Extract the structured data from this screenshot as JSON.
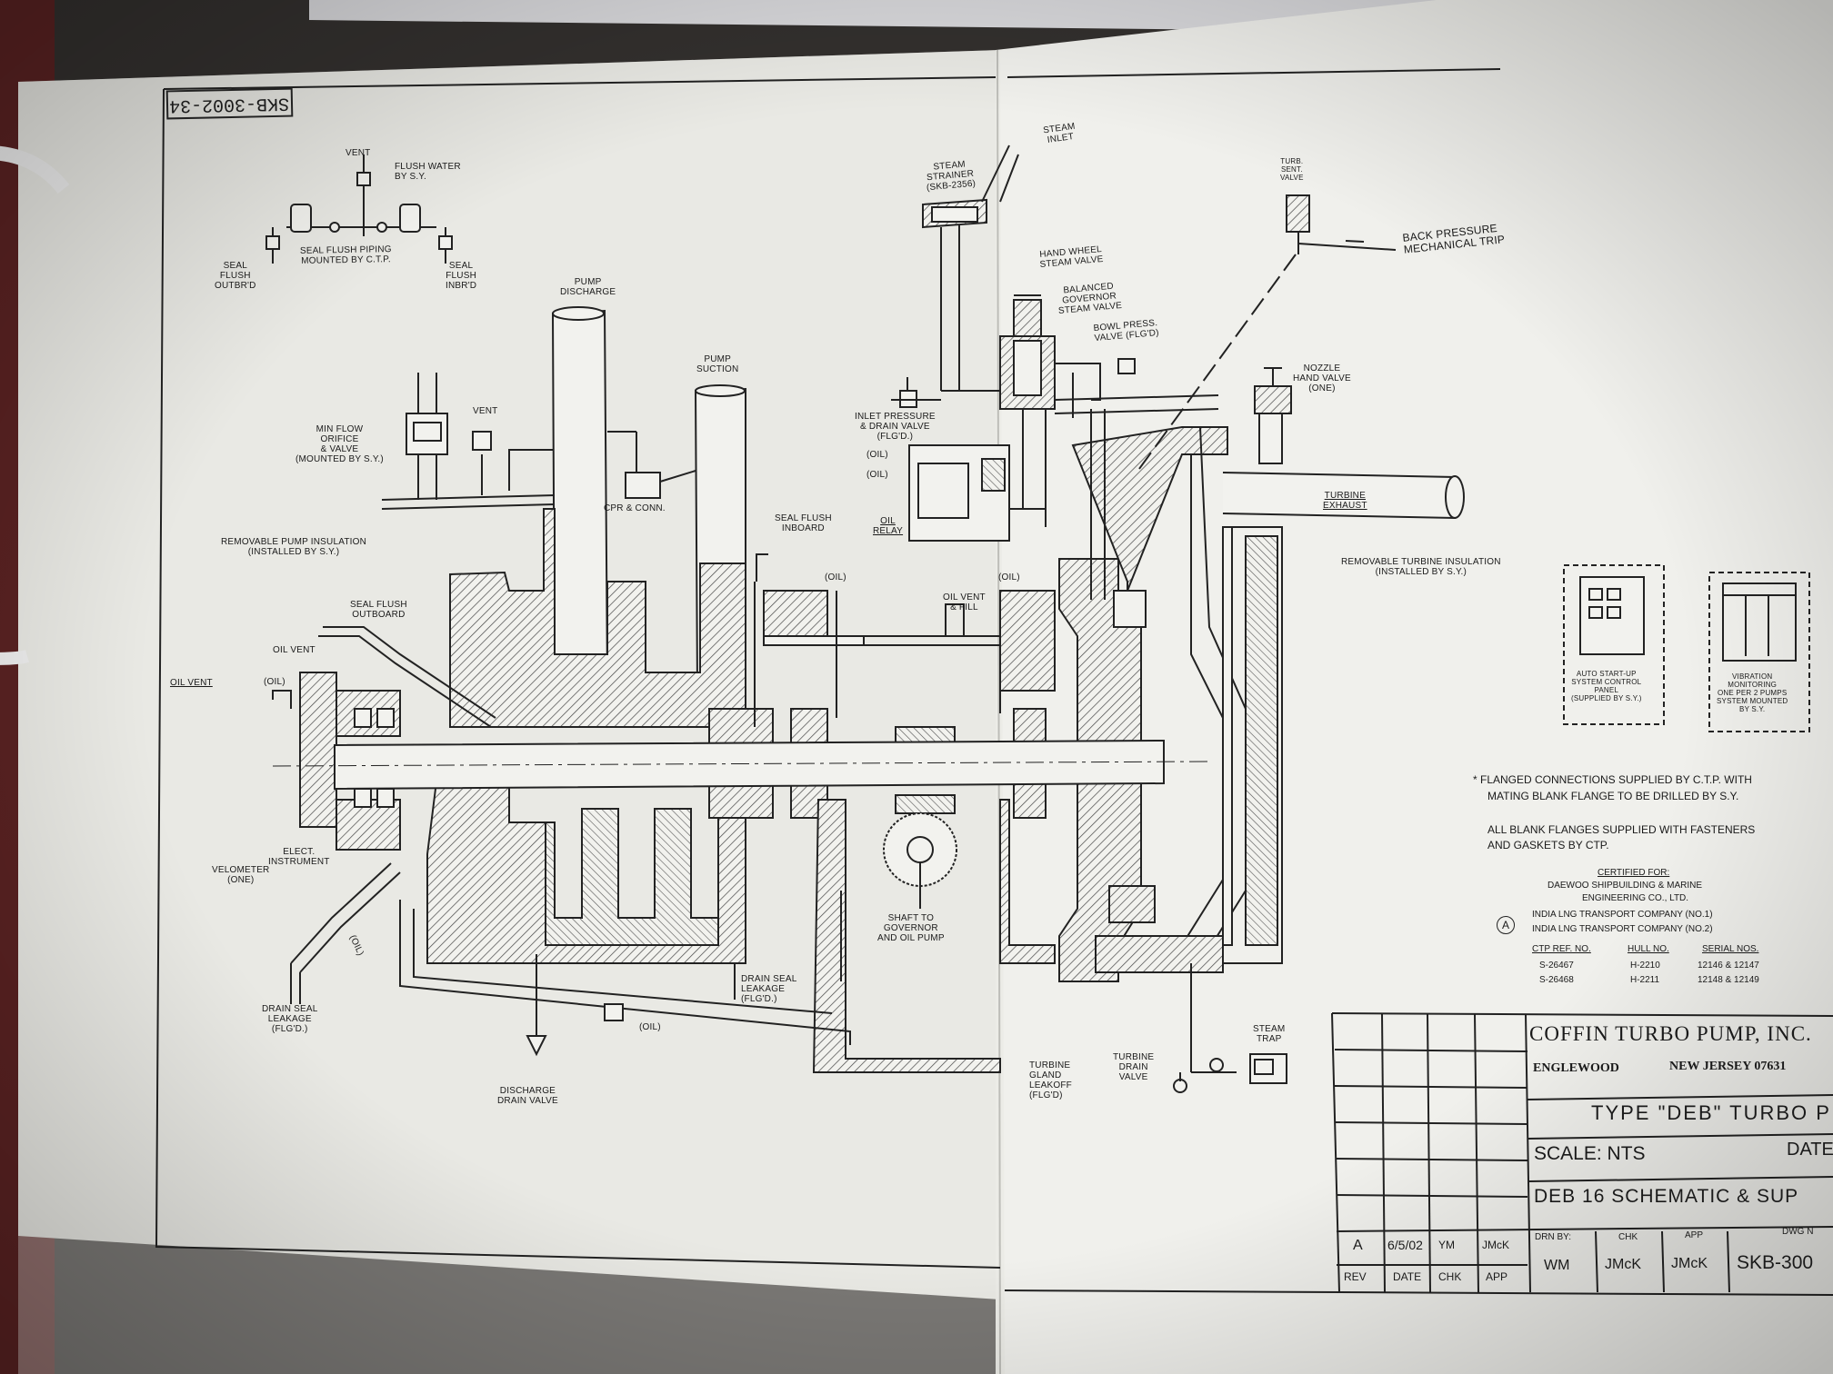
{
  "drawing_number_stamp": "SKB-3002-34",
  "seal_flush": {
    "vent": "VENT",
    "flush_water": "FLUSH WATER\nBY S.Y.",
    "piping": "SEAL FLUSH PIPING\nMOUNTED BY C.T.P.",
    "outboard": "SEAL\nFLUSH\nOUTBR'D",
    "inboard": "SEAL\nFLUSH\nINBR'D"
  },
  "labels": {
    "pump_discharge": "PUMP\nDISCHARGE",
    "pump_suction": "PUMP\nSUCTION",
    "min_flow": "MIN FLOW\nORIFICE\n& VALVE\n(MOUNTED BY S.Y.)",
    "vent2": "VENT",
    "cpr_conn": "CPR & CONN.",
    "removable_pump_insulation": "REMOVABLE PUMP INSULATION\n(INSTALLED BY S.Y.)",
    "seal_flush_outboard": "SEAL FLUSH\nOUTBOARD",
    "oil_vent_upper": "OIL VENT",
    "oil_vent_left": "OIL VENT",
    "oil_1": "(OIL)",
    "seal_flush_inboard": "SEAL FLUSH\nINBOARD",
    "oil_2": "(OIL)",
    "oil_vent_fill": "OIL VENT\n& FILL",
    "oil_3": "(OIL)",
    "elect_instrument": "ELECT.\nINSTRUMENT",
    "velometer": "VELOMETER\n(ONE)",
    "oil_diag": "(OIL)",
    "drain_seal_leakage_left": "DRAIN SEAL\nLEAKAGE\n(FLG'D.)",
    "oil_4": "(OIL)",
    "discharge_drain_valve": "DISCHARGE\nDRAIN VALVE",
    "drain_seal_leakage_mid": "DRAIN SEAL\nLEAKAGE\n(FLG'D.)",
    "shaft_to_governor": "SHAFT TO\nGOVERNOR\nAND OIL PUMP",
    "turbine_gland_leakoff": "TURBINE\nGLAND\nLEAKOFF\n(FLG'D)",
    "turbine_drain_valve": "TURBINE\nDRAIN\nVALVE",
    "steam_trap": "STEAM\nTRAP",
    "steam_strainer": "STEAM\nSTRAINER\n(SKB-2356)",
    "steam_inlet": "STEAM\nINLET",
    "hand_wheel_steam_valve": "HAND WHEEL\nSTEAM VALVE",
    "balanced_governor_steam_valve": "BALANCED\nGOVERNOR\nSTEAM VALVE",
    "bowl_press": "BOWL PRESS.\nVALVE (FLG'D)",
    "inlet_pressure": "INLET PRESSURE\n& DRAIN VALVE\n(FLG'D.)",
    "oil_5": "(OIL)",
    "oil_6": "(OIL)",
    "oil_relay": "OIL\nRELAY",
    "turb_sent_valve": "TURB.\nSENT.\nVALVE",
    "back_pressure": "BACK PRESSURE\nMECHANICAL TRIP",
    "nozzle_hand_valve": "NOZZLE\nHAND VALVE\n(ONE)",
    "turbine_exhaust": "TURBINE\nEXHAUST",
    "removable_turbine_insulation": "REMOVABLE TURBINE INSULATION\n(INSTALLED BY S.Y.)",
    "auto_startup_panel": "AUTO START-UP\nSYSTEM CONTROL\nPANEL\n(SUPPLIED BY S.Y.)",
    "vibration_monitoring": "VIBRATION\nMONITORING\nONE PER 2 PUMPS\nSYSTEM MOUNTED\nBY S.Y."
  },
  "notes": {
    "flanged_1": "* FLANGED CONNECTIONS SUPPLIED BY C.T.P. WITH",
    "flanged_2": "MATING BLANK FLANGE TO BE DRILLED BY S.Y.",
    "blank_1": "ALL BLANK FLANGES SUPPLIED WITH FASTENERS",
    "blank_2": "AND GASKETS BY CTP.",
    "certified_for": "CERTIFIED FOR:",
    "daewoo_1": "DAEWOO SHIPBUILDING & MARINE",
    "daewoo_2": "ENGINEERING CO., LTD.",
    "rev_marker": "A",
    "india_1": "INDIA LNG TRANSPORT COMPANY (NO.1)",
    "india_2": "INDIA LNG TRANSPORT COMPANY (NO.2)",
    "table_headers": [
      "CTP REF. No.",
      "HULL No.",
      "SERIAL Nos."
    ],
    "table_rows": [
      [
        "S-26467",
        "H-2210",
        "12146 & 12147"
      ],
      [
        "S-26468",
        "H-2211",
        "12148 & 12149"
      ]
    ]
  },
  "title_block": {
    "company": "COFFIN TURBO PUMP, INC.",
    "city": "ENGLEWOOD",
    "state": "NEW JERSEY 07631",
    "type_line": "TYPE \"DEB\" TURBO P",
    "scale": "SCALE: NTS",
    "date_label": "DATE",
    "drawing_title": "DEB 16 SCHEMATIC & SUP",
    "rev": "A",
    "rev_date": "6/5/02",
    "chk": "YM",
    "app": "JMcK",
    "rev_header": "REV",
    "date_header": "DATE",
    "chk_header": "CHK",
    "app_header": "APP",
    "drn_by_label": "DRN BY:",
    "chk_label": "CHK",
    "app_label": "APP",
    "dwg_label": "DWG N",
    "drn_by": "WM",
    "chk_by": "JMcK",
    "app_by": "JMcK",
    "dwg_no": "SKB-300"
  }
}
